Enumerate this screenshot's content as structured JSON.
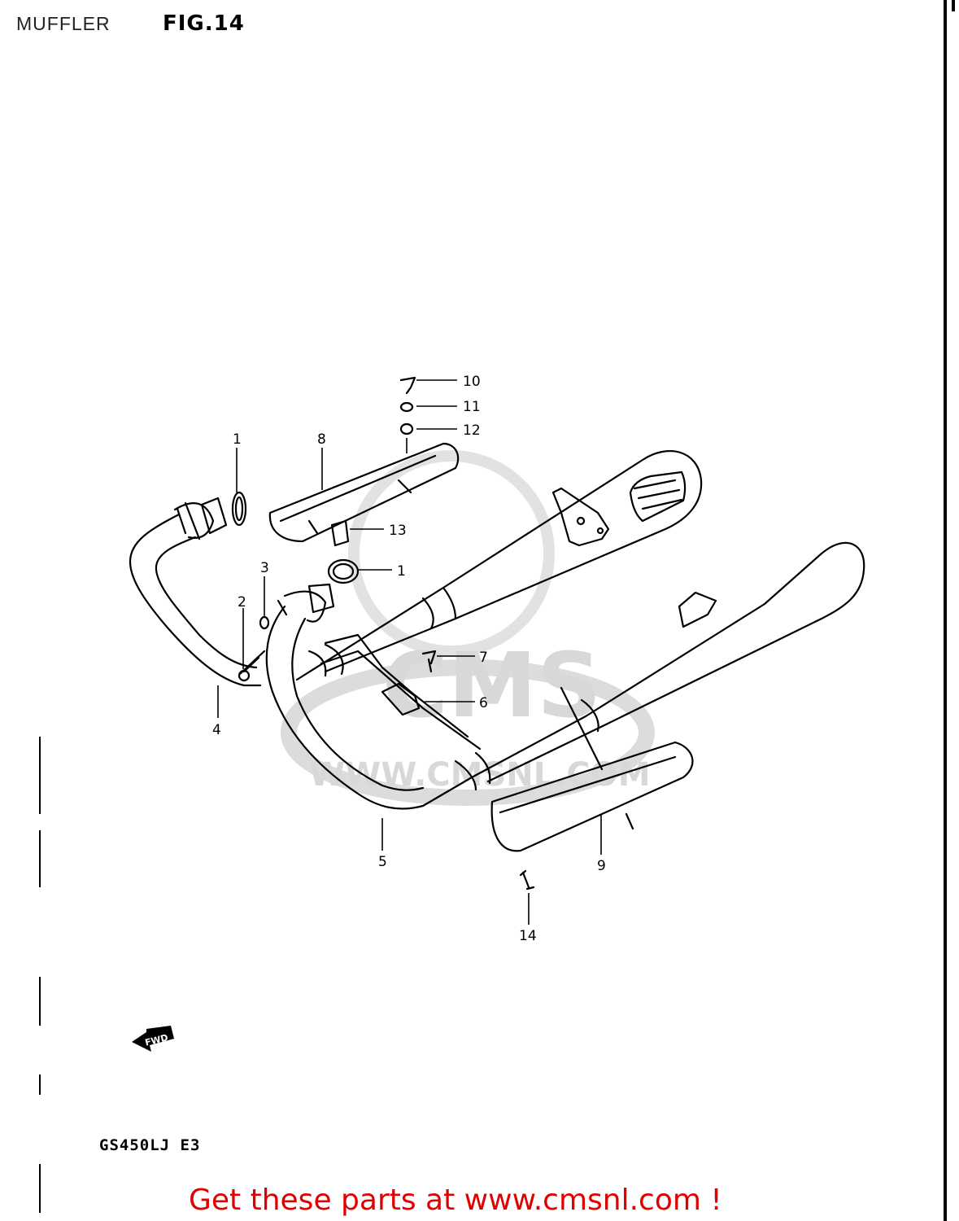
{
  "header": {
    "section_title": "MUFFLER",
    "figure_label": "FIG.14"
  },
  "watermark": {
    "brand": "CMS",
    "url": "WWW.CMSNL.COM"
  },
  "callouts": [
    "10",
    "11",
    "12",
    "1",
    "8",
    "13",
    "1",
    "3",
    "2",
    "4",
    "7",
    "6",
    "5",
    "9",
    "14"
  ],
  "direction_badge": "FWD",
  "model_code": "GS450LJ E3",
  "footer": {
    "cta_text": "Get these parts at www.cmsnl.com !"
  },
  "colors": {
    "line": "#000000",
    "watermark": "#d8d8d8",
    "cta": "#e00000"
  }
}
